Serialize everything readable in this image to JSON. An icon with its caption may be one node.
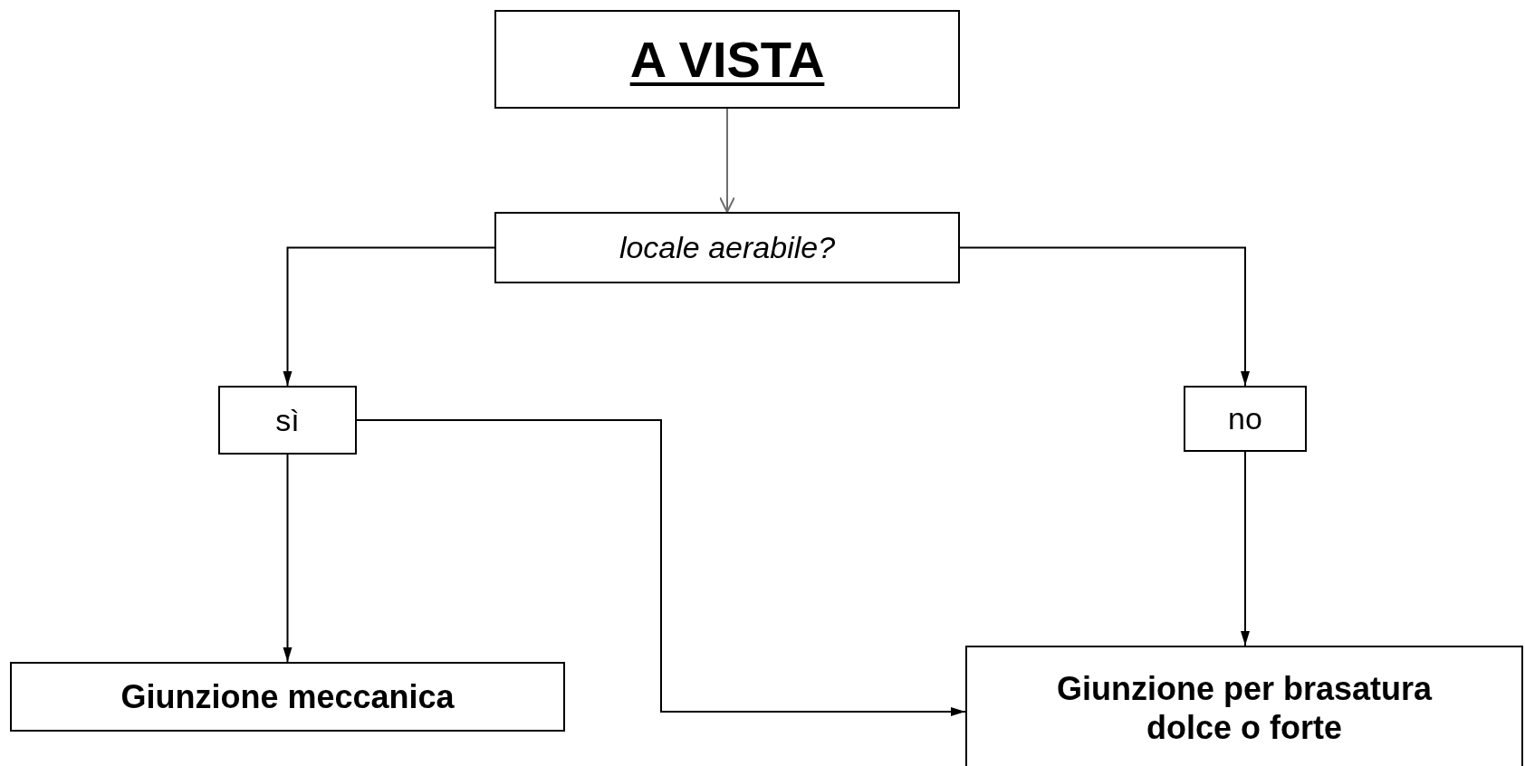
{
  "diagram": {
    "nodes": [
      {
        "text": [
          "A VISTA"
        ]
      },
      {
        "text": [
          "locale aerabile?"
        ]
      },
      {
        "text": [
          "sì"
        ]
      },
      {
        "text": [
          "no"
        ]
      },
      {
        "text": [
          "Giunzione meccanica"
        ]
      },
      {
        "text": [
          "Giunzione per brasatura dolce o forte"
        ]
      }
    ],
    "edges": [
      {
        "from": 0,
        "to": 1,
        "arrow": "to",
        "color": "#6e6e6e"
      },
      {
        "from": 1,
        "to": 2,
        "arrow": "to"
      },
      {
        "from": 1,
        "to": 3,
        "arrow": "to"
      },
      {
        "from": 2,
        "to": 4,
        "arrow": "to"
      },
      {
        "from": 2,
        "to": 5,
        "arrow": "to"
      },
      {
        "from": 3,
        "to": 5,
        "arrow": "to"
      }
    ]
  }
}
